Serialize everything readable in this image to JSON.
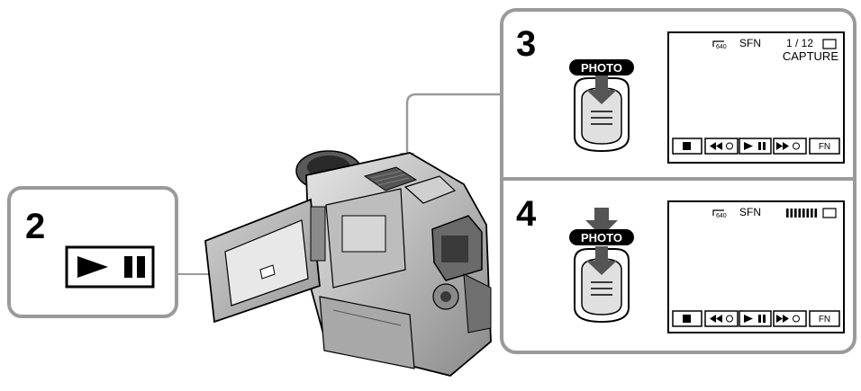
{
  "step2": {
    "number": "2"
  },
  "step3": {
    "number": "3",
    "photo_label": "PHOTO",
    "screen": {
      "image_size": "640",
      "quality": "SFN",
      "frame_counter": "1 / 12",
      "status": "CAPTURE",
      "fn_label": "FN"
    }
  },
  "step4": {
    "number": "4",
    "photo_label": "PHOTO",
    "screen": {
      "image_size": "640",
      "quality": "SFN",
      "progress_bars": 8,
      "fn_label": "FN"
    }
  },
  "icons": {
    "playback": "play-pause-icon",
    "stop": "stop-icon",
    "rewind": "rewind-icon",
    "fast_forward": "fast-forward-icon",
    "memory": "memory-card-icon"
  }
}
